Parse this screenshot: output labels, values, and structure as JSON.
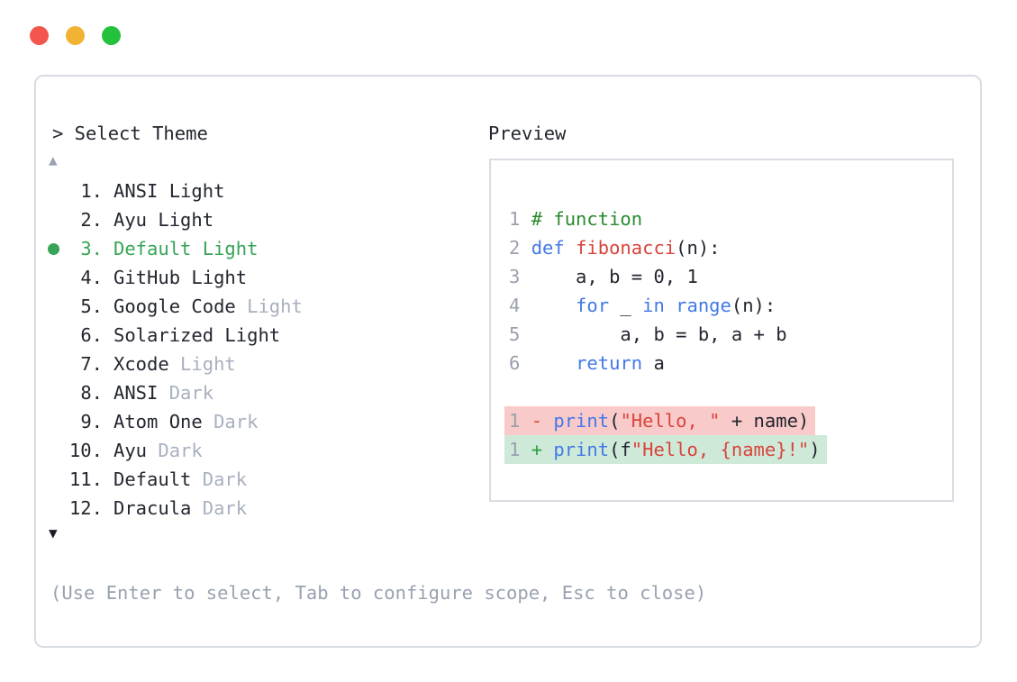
{
  "window": {
    "controls": [
      {
        "name": "close",
        "color": "#f4564e"
      },
      {
        "name": "minimize",
        "color": "#f2b233"
      },
      {
        "name": "maximize",
        "color": "#24c13c"
      }
    ]
  },
  "dialog": {
    "prompt": "> Select Theme",
    "scroll_up_glyph": "▲",
    "scroll_down_glyph": "▼",
    "footer_hint": "(Use Enter to select, Tab to configure scope, Esc to close)",
    "themes": [
      {
        "number": "1.",
        "name": "ANSI Light",
        "variant": "",
        "selected": false
      },
      {
        "number": "2.",
        "name": "Ayu Light",
        "variant": "",
        "selected": false
      },
      {
        "number": "3.",
        "name": "Default Light",
        "variant": "",
        "selected": true
      },
      {
        "number": "4.",
        "name": "GitHub Light",
        "variant": "",
        "selected": false
      },
      {
        "number": "5.",
        "name": "Google Code",
        "variant": "Light",
        "selected": false
      },
      {
        "number": "6.",
        "name": "Solarized Light",
        "variant": "",
        "selected": false
      },
      {
        "number": "7.",
        "name": "Xcode",
        "variant": "Light",
        "selected": false
      },
      {
        "number": "8.",
        "name": "ANSI",
        "variant": "Dark",
        "selected": false
      },
      {
        "number": "9.",
        "name": "Atom One",
        "variant": "Dark",
        "selected": false
      },
      {
        "number": "10.",
        "name": "Ayu",
        "variant": "Dark",
        "selected": false
      },
      {
        "number": "11.",
        "name": "Default",
        "variant": "Dark",
        "selected": false
      },
      {
        "number": "12.",
        "name": "Dracula",
        "variant": "Dark",
        "selected": false
      }
    ]
  },
  "preview": {
    "label": "Preview",
    "code_lines": [
      {
        "num": "1",
        "tokens": [
          [
            "# function",
            "comment"
          ]
        ]
      },
      {
        "num": "2",
        "tokens": [
          [
            "def",
            "keyword"
          ],
          [
            " ",
            "plain"
          ],
          [
            "fibonacci",
            "name"
          ],
          [
            "(n):",
            "plain"
          ]
        ]
      },
      {
        "num": "3",
        "tokens": [
          [
            "    a, b = 0, 1",
            "plain"
          ]
        ]
      },
      {
        "num": "4",
        "tokens": [
          [
            "    ",
            "plain"
          ],
          [
            "for",
            "keyword"
          ],
          [
            " _ ",
            "plain"
          ],
          [
            "in",
            "keyword"
          ],
          [
            " ",
            "plain"
          ],
          [
            "range",
            "keyword"
          ],
          [
            "(n):",
            "plain"
          ]
        ]
      },
      {
        "num": "5",
        "tokens": [
          [
            "        a, b = b, a + b",
            "plain"
          ]
        ]
      },
      {
        "num": "6",
        "tokens": [
          [
            "    ",
            "plain"
          ],
          [
            "return",
            "keyword"
          ],
          [
            " a",
            "plain"
          ]
        ]
      },
      {
        "spacer": true
      },
      {
        "num": "1",
        "diff": "removed",
        "tokens": [
          [
            "-",
            "minus"
          ],
          [
            " ",
            "plain"
          ],
          [
            "print",
            "keyword"
          ],
          [
            "(",
            "plain"
          ],
          [
            "\"Hello, \"",
            "string"
          ],
          [
            " + name)",
            "plain"
          ]
        ]
      },
      {
        "num": "1",
        "diff": "added",
        "tokens": [
          [
            "+",
            "plus"
          ],
          [
            " ",
            "plain"
          ],
          [
            "print",
            "keyword"
          ],
          [
            "(f",
            "plain"
          ],
          [
            "\"Hello, {name}!\"",
            "string"
          ],
          [
            ")",
            "plain"
          ]
        ]
      }
    ]
  },
  "colors": {
    "accent_green": "#36a457",
    "text": "#23262f",
    "muted_variant": "#a8b0bf",
    "hint": "#99a1b0",
    "scroll_up": "#9aa3b3",
    "scroll_down": "#1a1d27",
    "gutter": "#9aa0ad",
    "syntax": {
      "comment": "#2a8a2e",
      "keyword": "#4379e6",
      "name": "#d8443c",
      "string": "#d8443c",
      "plain": "#23262f",
      "minus": "#d8443c",
      "plus": "#2f9e44"
    },
    "diff": {
      "removed_bg": "#f9caca",
      "added_bg": "#cfe9d9"
    }
  }
}
